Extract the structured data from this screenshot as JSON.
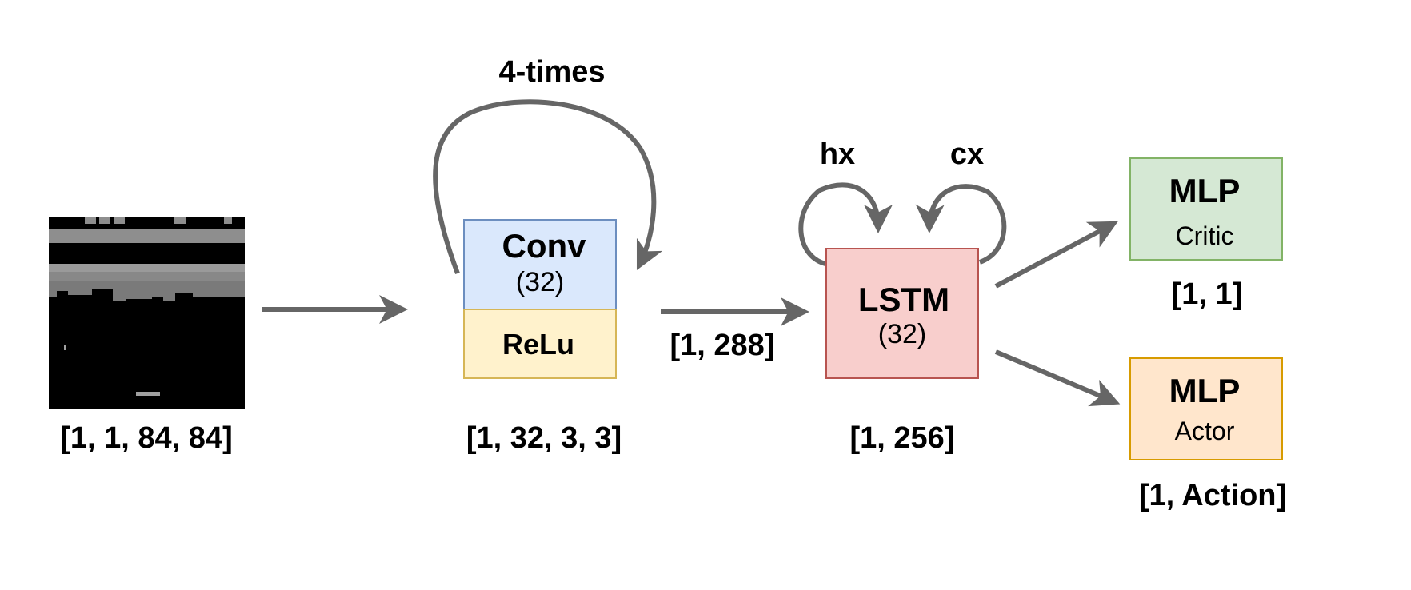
{
  "input": {
    "shape": "[1, 1, 84, 84]",
    "frame_icon": "atari-breakout-frame"
  },
  "conv": {
    "loop_label": "4-times",
    "title": "Conv",
    "units": "(32)",
    "activation": "ReLu",
    "shape": "[1, 32, 3, 3]"
  },
  "flatten": {
    "shape": "[1, 288]"
  },
  "lstm": {
    "title": "LSTM",
    "units": "(32)",
    "hidden_label": "hx",
    "cell_label": "cx",
    "shape": "[1, 256]"
  },
  "critic": {
    "title": "MLP",
    "role": "Critic",
    "shape": "[1, 1]"
  },
  "actor": {
    "title": "MLP",
    "role": "Actor",
    "shape": "[1, Action]"
  },
  "colors": {
    "conv_fill": "#dae8fc",
    "conv_stroke": "#6c8ebf",
    "relu_fill": "#fff2cc",
    "relu_stroke": "#d6b656",
    "lstm_fill": "#f8cecc",
    "lstm_stroke": "#b85450",
    "critic_fill": "#d5e8d4",
    "critic_stroke": "#82b366",
    "actor_fill": "#ffe6cc",
    "actor_stroke": "#d79b00",
    "arrow": "#666666"
  }
}
